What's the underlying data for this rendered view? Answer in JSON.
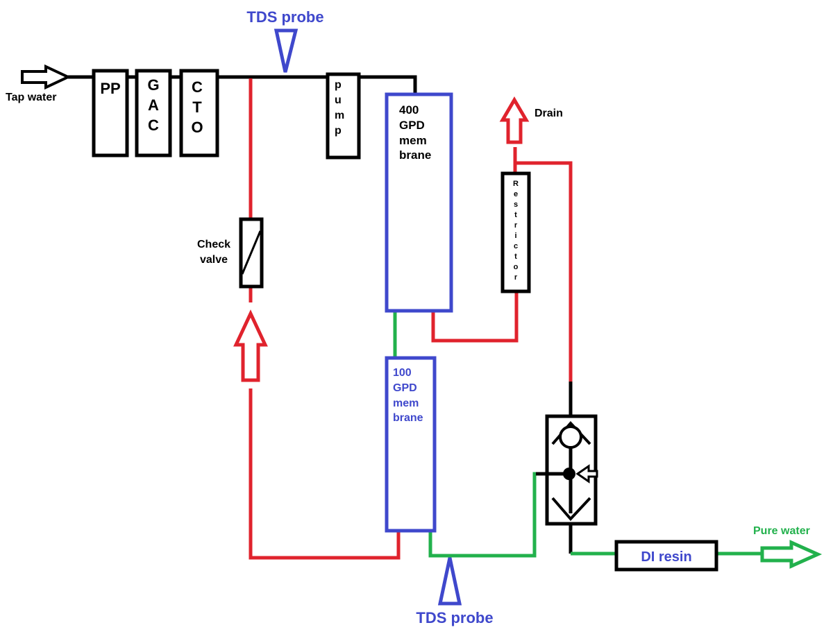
{
  "colors": {
    "black_pipe": "#000000",
    "red_pipe": "#e0232d",
    "green_pipe": "#22b14c",
    "blue": "#3f48cc",
    "green_label": "#22b14c"
  },
  "labels": {
    "tap_water": "Tap water",
    "tds_probe_top": "TDS probe",
    "tds_probe_bottom": "TDS probe",
    "pp": "PP",
    "gac": [
      "G",
      "A",
      "C"
    ],
    "cto": [
      "C",
      "T",
      "O"
    ],
    "pump": [
      "p",
      "u",
      "m",
      "p"
    ],
    "membrane_400": [
      "400",
      "GPD",
      "mem",
      "brane"
    ],
    "membrane_100": [
      "100",
      "GPD",
      "mem",
      "brane"
    ],
    "drain": "Drain",
    "restrictor": [
      "R",
      "e",
      "s",
      "t",
      "r",
      "i",
      "c",
      "t",
      "o",
      "r"
    ],
    "check_valve": [
      "Check",
      "valve"
    ],
    "di_resin": "DI resin",
    "pure_water": "Pure water"
  },
  "icons": {
    "inlet_arrow": "hollow-arrow-right-icon",
    "outlet_arrow": "hollow-arrow-right-icon",
    "drain_arrow": "hollow-arrow-up-icon",
    "recirc_arrow": "hollow-arrow-up-icon",
    "probe_marker": "triangle-marker-icon",
    "shutoff_valve": "four-way-valve-icon"
  }
}
